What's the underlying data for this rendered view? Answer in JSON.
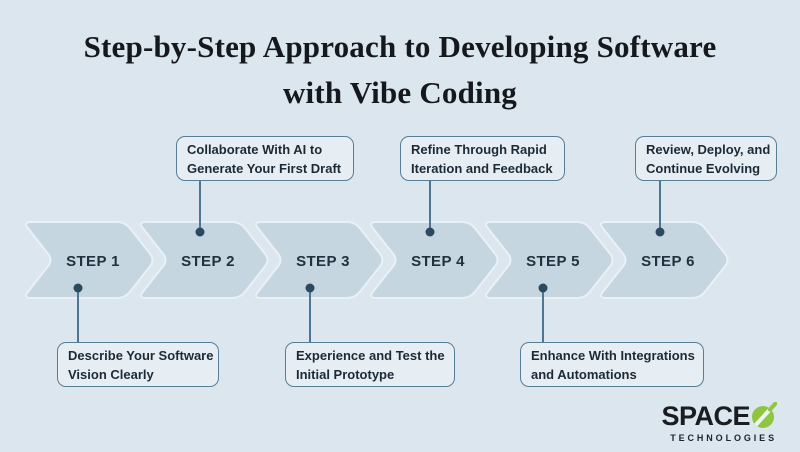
{
  "title": {
    "line1": "Step-by-Step Approach to Developing Software",
    "line2": "with Vibe Coding"
  },
  "steps": [
    {
      "label": "STEP 1",
      "callout_position": "below",
      "callout_lines": [
        "Describe Your Software",
        "Vision Clearly"
      ]
    },
    {
      "label": "STEP 2",
      "callout_position": "above",
      "callout_lines": [
        "Collaborate With AI to",
        "Generate Your First Draft"
      ]
    },
    {
      "label": "STEP 3",
      "callout_position": "below",
      "callout_lines": [
        "Experience and Test the",
        "Initial Prototype"
      ]
    },
    {
      "label": "STEP 4",
      "callout_position": "above",
      "callout_lines": [
        "Refine Through Rapid",
        "Iteration and Feedback"
      ]
    },
    {
      "label": "STEP 5",
      "callout_position": "below",
      "callout_lines": [
        "Enhance With Integrations",
        "and Automations"
      ]
    },
    {
      "label": "STEP 6",
      "callout_position": "above",
      "callout_lines": [
        "Review, Deploy, and",
        "Continue Evolving"
      ]
    }
  ],
  "brand": {
    "name": "SPACE",
    "subtitle": "TECHNOLOGIES",
    "logo_icon": "slashed-o-leaf-icon",
    "green": "#8dc63f"
  },
  "colors": {
    "background": "#dbe6ee",
    "chevron_fill": "#c5d6e1",
    "callout_fill": "#e6eef4",
    "callout_border": "#587e97",
    "connector_line": "#4e7692",
    "connector_dot": "#2b4a5e",
    "step_text": "#22313d",
    "title_text": "#15181d"
  }
}
